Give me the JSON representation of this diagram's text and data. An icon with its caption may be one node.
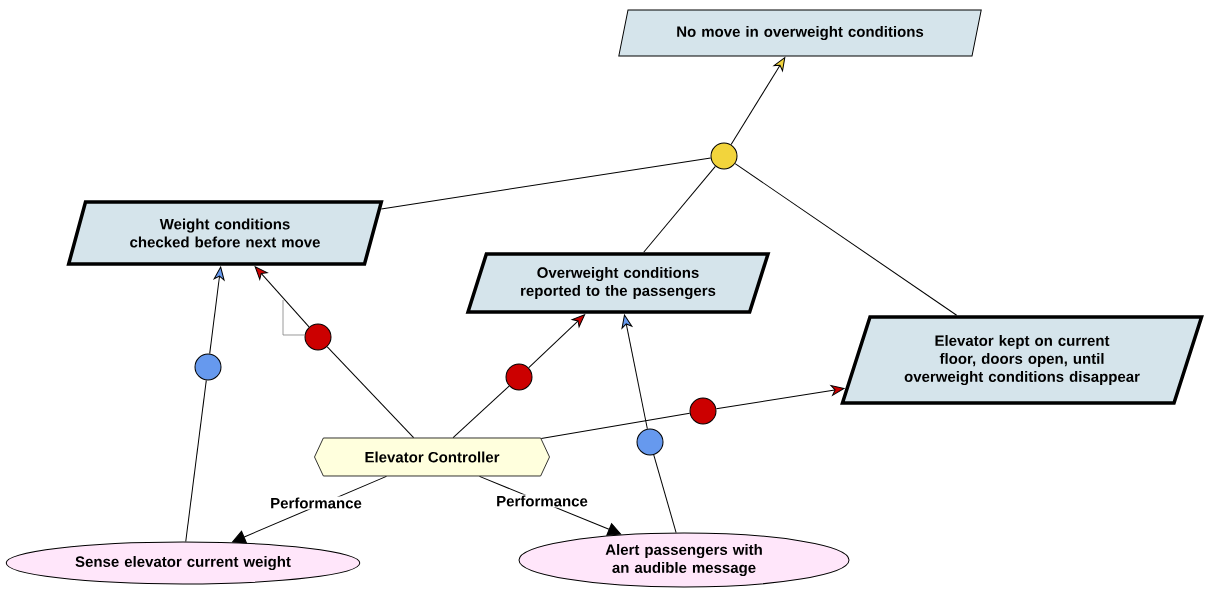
{
  "diagram": {
    "nodes": [
      {
        "text": [
          "No move in overweight conditions"
        ]
      },
      {
        "text": [
          "Weight conditions checked before next move"
        ]
      },
      {
        "text": [
          "Overweight conditions reported to the passengers"
        ]
      },
      {
        "text": [
          "Elevator kept on current floor, doors open, until overweight conditions disappear"
        ]
      },
      {
        "text": [
          "Elevator Controller"
        ]
      },
      {
        "text": [
          "Sense elevator current weight"
        ]
      },
      {
        "text": [
          "Alert passengers with an audible message"
        ]
      },
      {
        "text": [],
        "shape": "circle"
      },
      {
        "text": [],
        "shape": "circle"
      },
      {
        "text": [],
        "shape": "circle"
      },
      {
        "text": [],
        "shape": "circle"
      },
      {
        "text": [],
        "shape": "circle"
      },
      {
        "text": [],
        "shape": "circle"
      }
    ],
    "edges": [
      {
        "from": 7,
        "to": 0,
        "arrow": "to"
      },
      {
        "from": 1,
        "to": 7,
        "arrow": "none"
      },
      {
        "from": 2,
        "to": 7,
        "arrow": "none"
      },
      {
        "from": 3,
        "to": 7,
        "arrow": "none"
      },
      {
        "from": 5,
        "to": 8,
        "arrow": "none"
      },
      {
        "from": 8,
        "to": 1,
        "arrow": "to"
      },
      {
        "from": 4,
        "to": 9,
        "arrow": "none"
      },
      {
        "from": 9,
        "to": 1,
        "arrow": "to"
      },
      {
        "from": 4,
        "to": 10,
        "arrow": "none"
      },
      {
        "from": 10,
        "to": 2,
        "arrow": "to"
      },
      {
        "from": 6,
        "to": 11,
        "arrow": "none"
      },
      {
        "from": 11,
        "to": 2,
        "arrow": "to"
      },
      {
        "from": 4,
        "to": 12,
        "arrow": "none"
      },
      {
        "from": 12,
        "to": 3,
        "arrow": "to"
      },
      {
        "from": 4,
        "to": 5,
        "arrow": "to",
        "label": "Performance"
      },
      {
        "from": 4,
        "to": 6,
        "arrow": "to",
        "label": "Performance"
      }
    ]
  }
}
